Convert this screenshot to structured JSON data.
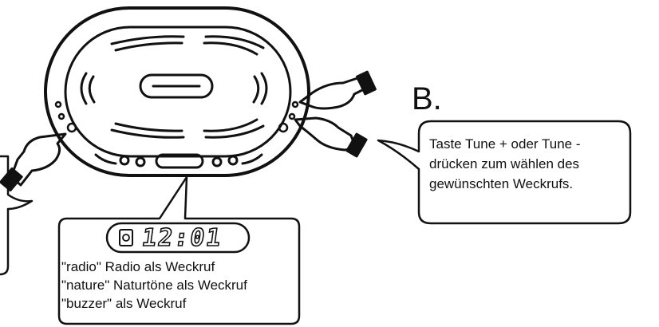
{
  "step_label": "B.",
  "callout_b": {
    "lines": [
      "Taste Tune + oder Tune -",
      "drücken zum wählen des",
      "gewünschten Weckrufs."
    ]
  },
  "display": {
    "time": "12:01"
  },
  "callout_bottom": {
    "lines": [
      "\"radio\" Radio als Weckruf",
      "\"nature\" Naturtöne als Weckruf",
      "\"buzzer\" als Weckruf"
    ]
  }
}
